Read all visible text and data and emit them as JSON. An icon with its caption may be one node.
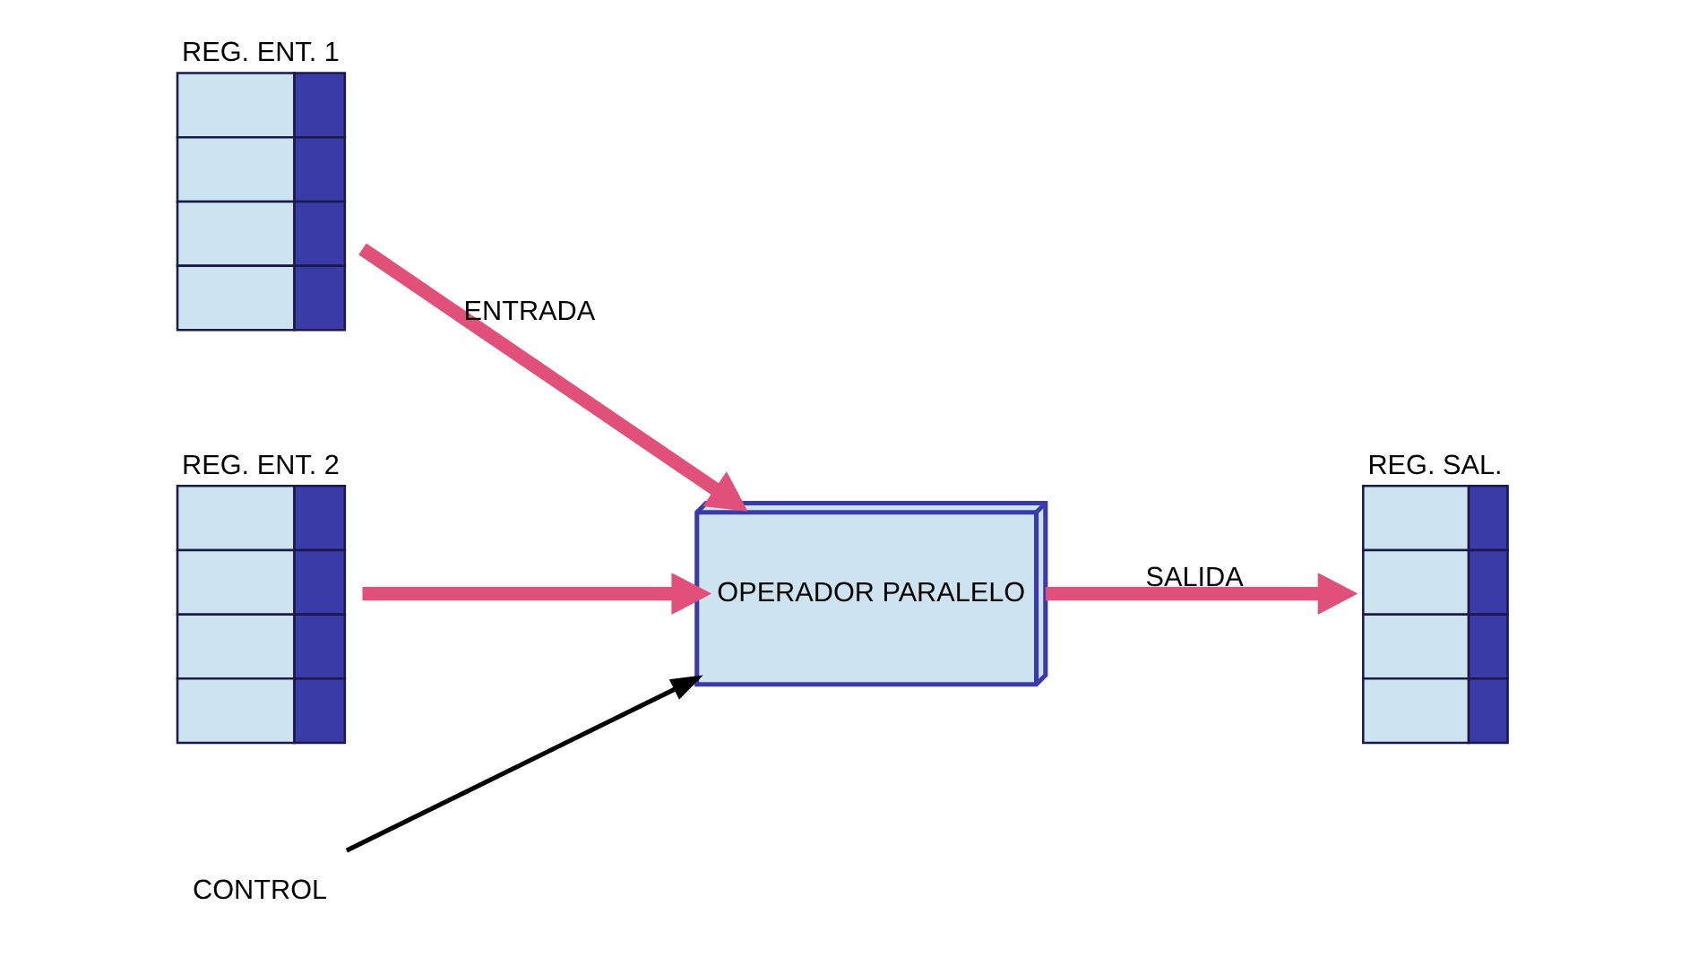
{
  "diagram": {
    "nodes": [
      {
        "text": [
          "REG. ENT. 1"
        ]
      },
      {
        "text": [
          "REG. ENT. 2"
        ]
      },
      {
        "text": [
          "OPERADOR PARALELO"
        ]
      },
      {
        "text": [
          "REG. SAL."
        ]
      },
      {
        "text": [
          "CONTROL"
        ]
      }
    ],
    "edges": [
      {
        "from": 0,
        "to": 2,
        "arrow": "to",
        "label": "ENTRADA"
      },
      {
        "from": 1,
        "to": 2,
        "arrow": "to"
      },
      {
        "from": 2,
        "to": 3,
        "arrow": "to",
        "label": "SALIDA"
      },
      {
        "from": 4,
        "to": 2,
        "arrow": "to",
        "color": "#000000"
      }
    ]
  }
}
